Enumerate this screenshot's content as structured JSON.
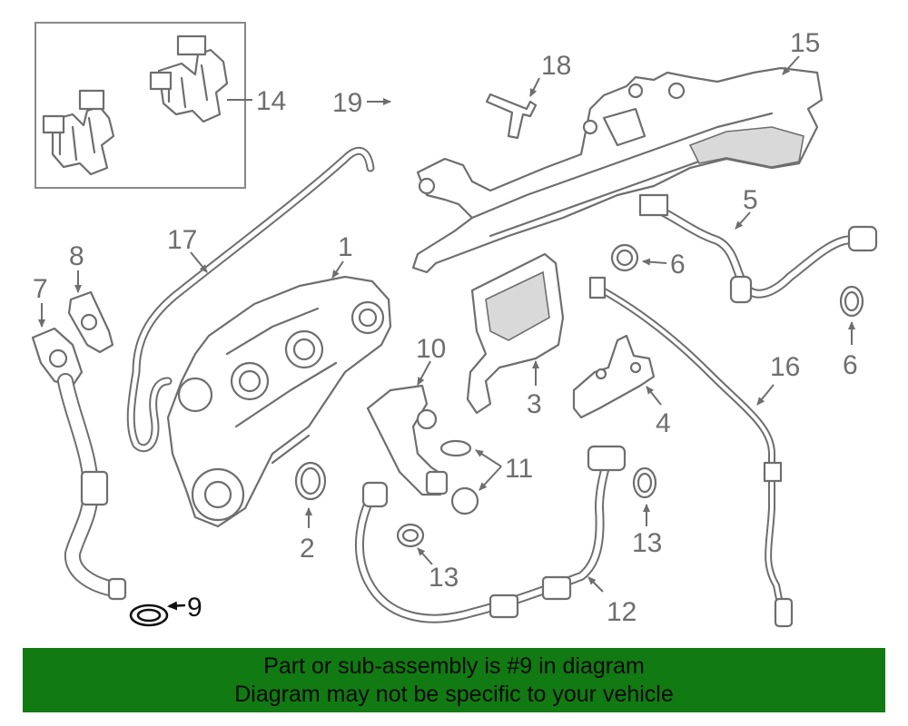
{
  "callouts": {
    "c1": "1",
    "c2": "2",
    "c3": "3",
    "c4": "4",
    "c5": "5",
    "c6a": "6",
    "c6b": "6",
    "c7": "7",
    "c8": "8",
    "c9": "9",
    "c10": "10",
    "c11": "11",
    "c12": "12",
    "c13a": "13",
    "c13b": "13",
    "c14": "14",
    "c15": "15",
    "c16": "16",
    "c17": "17",
    "c18": "18",
    "c19": "19"
  },
  "banner": {
    "line1": "Part or sub-assembly is #9 in diagram",
    "line2": "Diagram may not be specific to your vehicle"
  },
  "colors": {
    "banner_bg": "#127a12",
    "line_art": "#6e6e6e",
    "highlight": "#111111"
  }
}
